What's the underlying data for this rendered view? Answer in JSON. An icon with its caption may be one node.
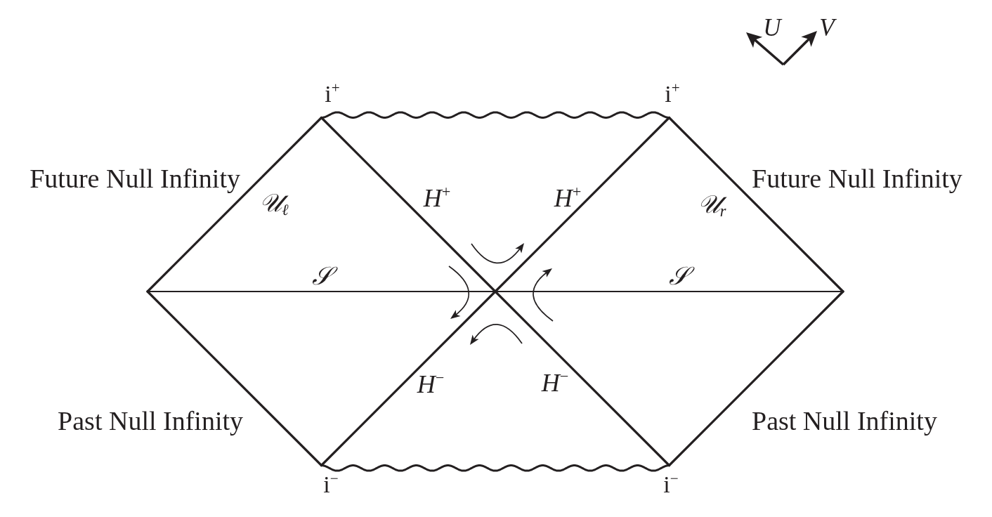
{
  "diagram": {
    "labels": [
      "U",
      "V",
      "i$^{+}$",
      "i$^{+}$",
      "Future Null Infinity",
      "𝒰$_{ℓ}$",
      "H$^{+}$",
      "H$^{+}$",
      "𝒰$_{r}$",
      "Future Null Infinity",
      "𝒮",
      "𝒮",
      "Past Null Infinity",
      "H$^{−}$",
      "H$^{−}$",
      "Past Null Infinity",
      "i$^{−}$",
      "i$^{−}$"
    ]
  }
}
